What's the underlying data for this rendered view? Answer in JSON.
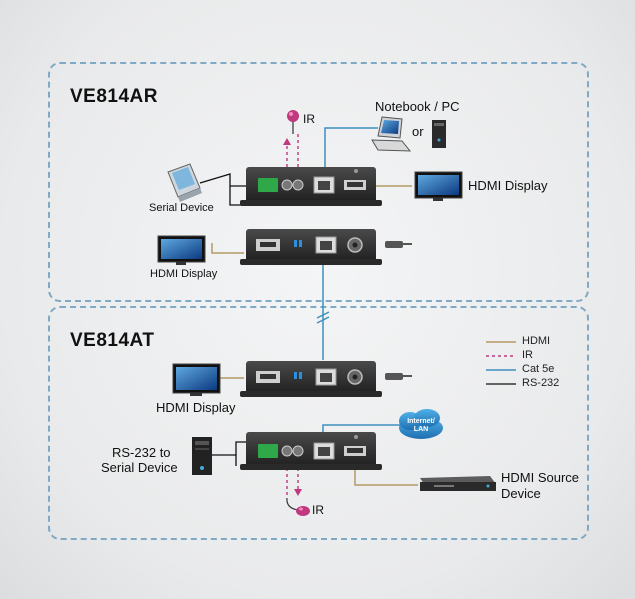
{
  "diagram": {
    "receiver_title": "VE814AR",
    "transmitter_title": "VE814AT",
    "labels": {
      "ir_top": "IR",
      "notebook_pc": "Notebook / PC",
      "or": "or",
      "serial_device": "Serial Device",
      "hdmi_display_r1": "HDMI Display",
      "hdmi_display_r2": "HDMI Display",
      "hdmi_display_t": "HDMI Display",
      "rs232_serial_line1": "RS-232 to",
      "rs232_serial_line2": "Serial Device",
      "internet_lan": "Internet/ LAN",
      "hdmi_source_line1": "HDMI Source",
      "hdmi_source_line2": "Device",
      "ir_bottom": "IR"
    },
    "legend": [
      {
        "label": "HDMI",
        "color": "#b39a66",
        "style": "solid"
      },
      {
        "label": "IR",
        "color": "#c0387e",
        "style": "dashed"
      },
      {
        "label": "Cat 5e",
        "color": "#3d8fbf",
        "style": "solid"
      },
      {
        "label": "RS-232",
        "color": "#111111",
        "style": "solid"
      }
    ]
  }
}
